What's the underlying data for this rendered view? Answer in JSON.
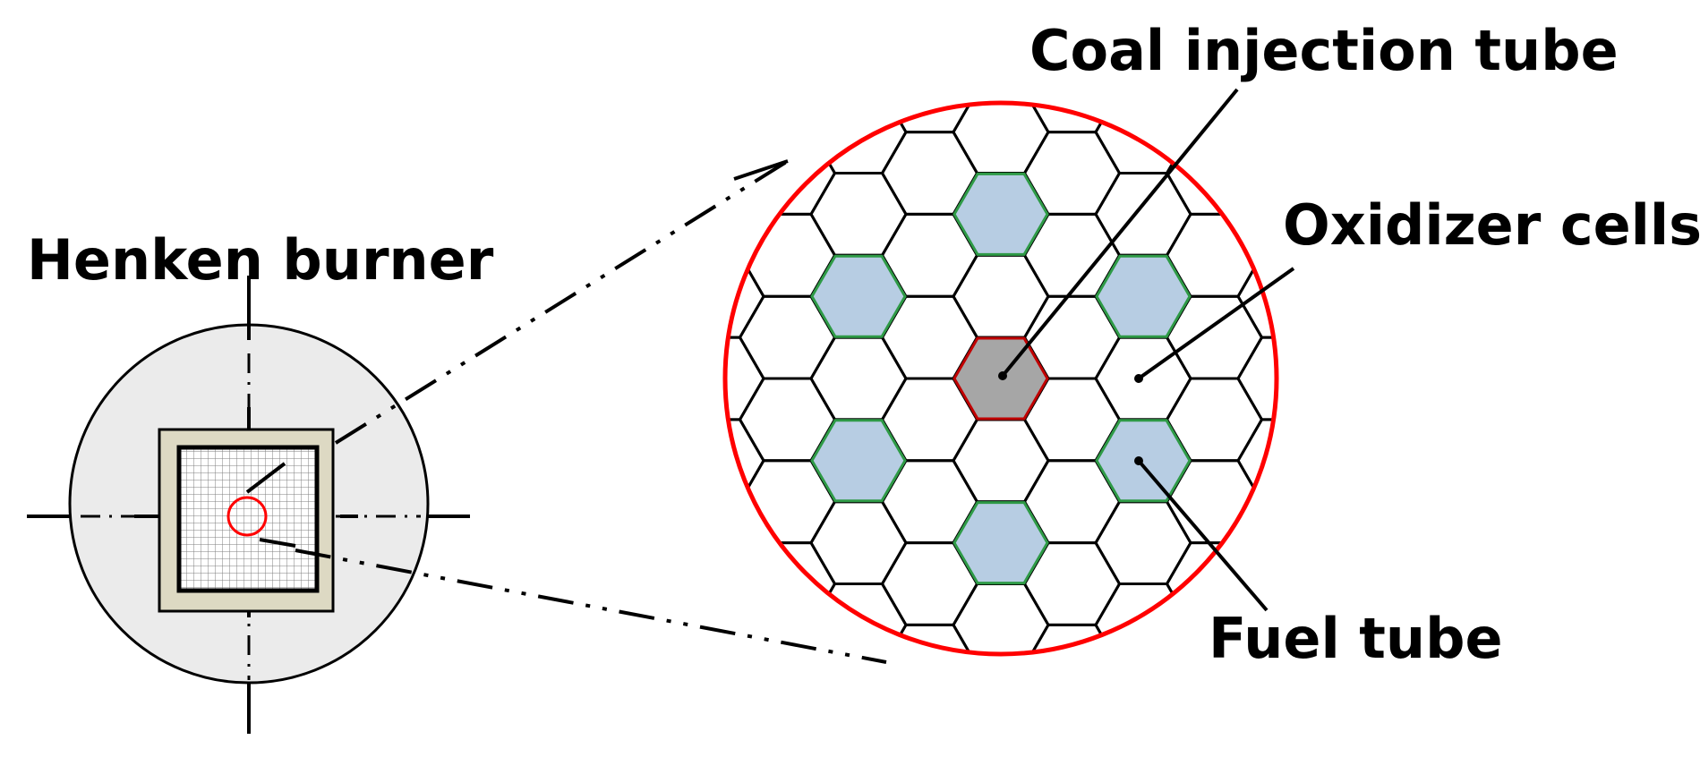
{
  "labels": {
    "left_title": "Henken burner",
    "coal_tube": "Coal injection tube",
    "oxidizer": "Oxidizer cells",
    "fuel_tube": "Fuel tube"
  },
  "colors": {
    "outline": "#000000",
    "highlight_circle": "#ff0000",
    "fuel_fill": "#b7cde3",
    "fuel_edge": "#2e9a46",
    "coal_fill": "#a6a6a6",
    "coal_edge": "#c00000",
    "burner_face": "#ebebeb",
    "frame_fill": "#ddd9c3"
  }
}
